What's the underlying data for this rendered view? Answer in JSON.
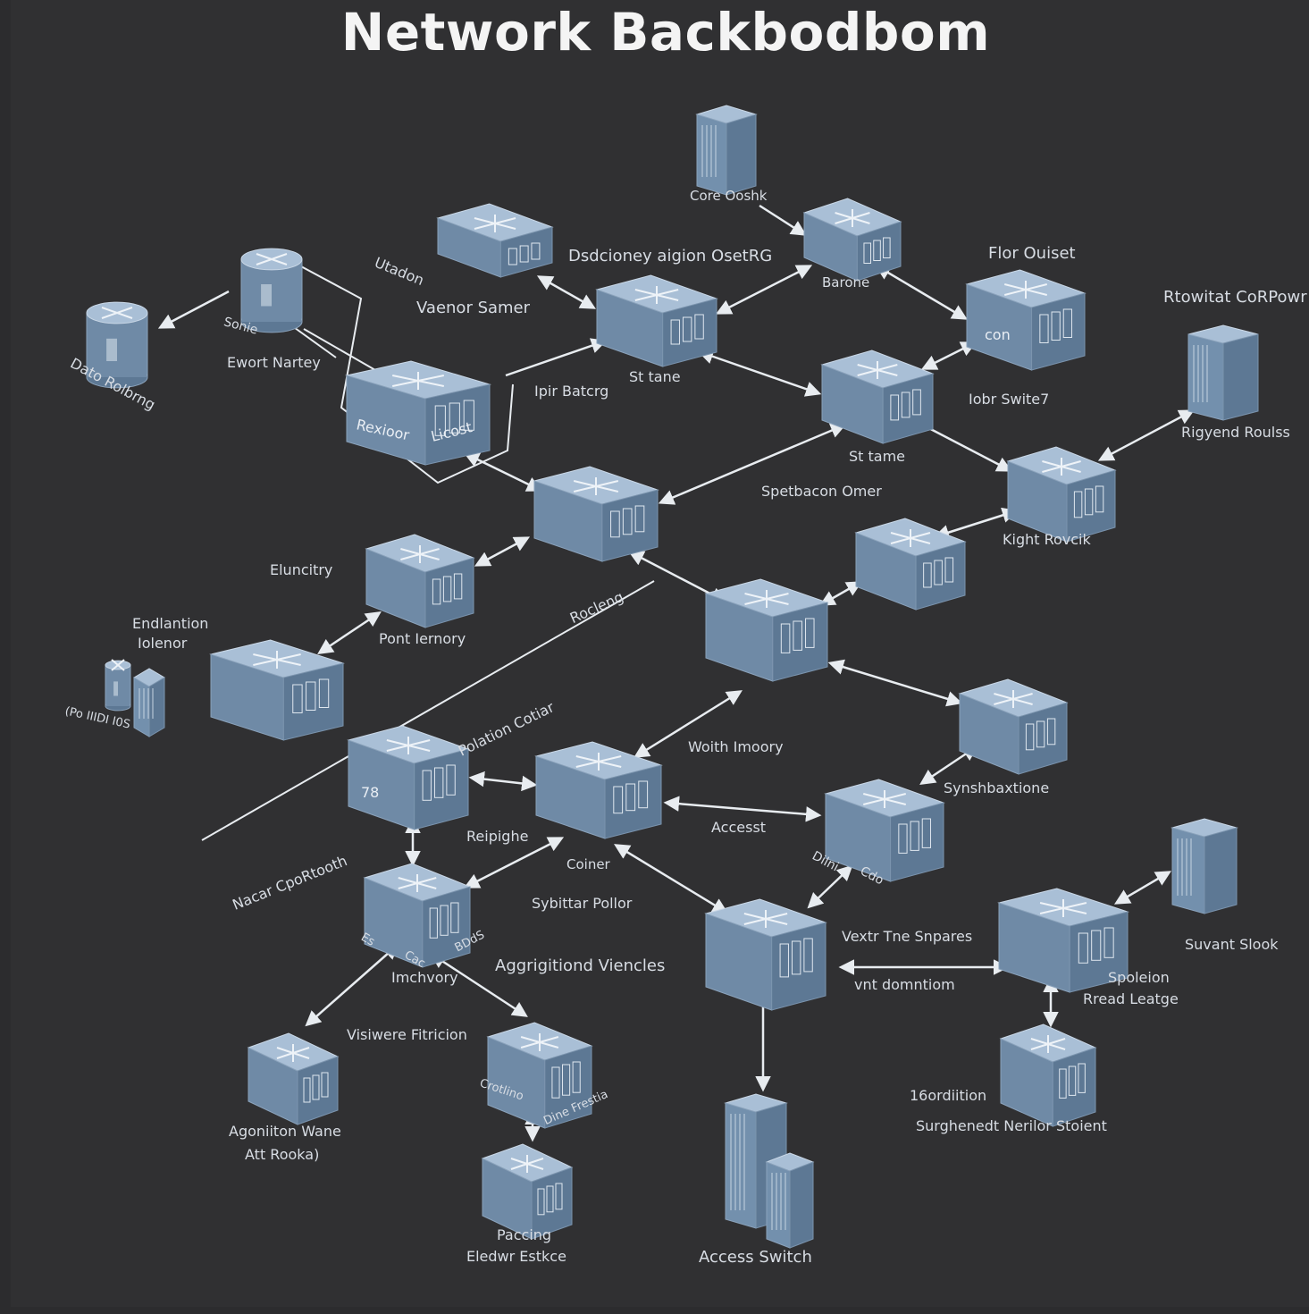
{
  "title": "Network Backbodbom",
  "colors": {
    "background": "#303032",
    "device_top": "#a9bfd6",
    "device_side": "#5d7894",
    "link": "#e8ecf0"
  },
  "devices": [
    {
      "id": "core-server",
      "kind": "server-tower"
    },
    {
      "id": "top-switch",
      "kind": "switch"
    },
    {
      "id": "directory-server",
      "kind": "flat-server"
    },
    {
      "id": "st-lane-1",
      "kind": "switch"
    },
    {
      "id": "flor-switch",
      "kind": "switch"
    },
    {
      "id": "st-lane-2",
      "kind": "switch"
    },
    {
      "id": "router-listeri",
      "kind": "router-box"
    },
    {
      "id": "left-router",
      "kind": "cylinder-router"
    },
    {
      "id": "data-router",
      "kind": "cylinder-router"
    },
    {
      "id": "right-tower",
      "kind": "server-tower"
    },
    {
      "id": "spetbacon",
      "kind": "switch"
    },
    {
      "id": "kight-routk",
      "kind": "switch"
    },
    {
      "id": "mid-right-switch",
      "kind": "switch"
    },
    {
      "id": "elunctry",
      "kind": "switch"
    },
    {
      "id": "center-router",
      "kind": "switch"
    },
    {
      "id": "endlantion-box",
      "kind": "flat-server"
    },
    {
      "id": "server-stack",
      "kind": "server-stack"
    },
    {
      "id": "ring-switch",
      "kind": "switch"
    },
    {
      "id": "box-78",
      "kind": "switch"
    },
    {
      "id": "access-server",
      "kind": "flat-server"
    },
    {
      "id": "synshbaxtione",
      "kind": "switch"
    },
    {
      "id": "aggregation",
      "kind": "switch"
    },
    {
      "id": "access-center",
      "kind": "switch"
    },
    {
      "id": "spoleion-router",
      "kind": "router-disc"
    },
    {
      "id": "suvant-tower",
      "kind": "server-tower"
    },
    {
      "id": "agnition-switch",
      "kind": "switch"
    },
    {
      "id": "visiwere-switch",
      "kind": "switch"
    },
    {
      "id": "paccing-switch",
      "kind": "switch"
    },
    {
      "id": "access-switch-tower",
      "kind": "server-tower"
    },
    {
      "id": "bottom-right-switch",
      "kind": "switch"
    }
  ],
  "labels": {
    "core_ooshk": "Core Ooshk",
    "directory": "Dsdcioney aigion OsetRG",
    "flor_ouiset": "Flor Ouiset",
    "rtowitat": "Rtowitat CoRPowr",
    "utadon": "Utadon",
    "vaenor": "Vaenor Samer",
    "barone": "Barone",
    "sonie": "Sonie",
    "ewort": "Ewort Nartey",
    "data_rolbrng": "Dato Rolbrng",
    "ipir": "Ipir Batcrg",
    "st_lane_1": "St tane",
    "lobr": "Iobr Swite7",
    "st_lane_2": "St tame",
    "rigyend": "Rigyend Roulss",
    "spetbacon": "Spetbacon Omer",
    "kight": "Kight Rovcik",
    "elunctry": "Eluncitry",
    "rocleng": "Rocleng",
    "endlantion": "Endlantion",
    "ioleonr": "Iolenor",
    "pont": "Pont Iernory",
    "po_bits": "(Po  IIIDI    I0S",
    "polation": "Polation Cotiar",
    "woith": "Woith Imoory",
    "synsh": "Synshbaxtione",
    "nacar": "Nacar CpoRtooth",
    "reipighe": "Reipighe",
    "access_mid": "Accesst",
    "coiner": "Coiner",
    "dilni": "Dilni",
    "cdo": "Cdo",
    "sybittar": "Sybittar Pollor",
    "es": "Es",
    "bdd": "BDdS",
    "cac": "Cac",
    "imchvory": "Imchvory",
    "aggrigitional": "Aggrigitiond Viencles",
    "vextr": "Vextr Tne Snpares",
    "vnt": "vnt domntiom",
    "suvant": "Suvant Slook",
    "spoleion": "Spoleion",
    "rread": "Rread Leatge",
    "visiwere": "Visiwere Fitricion",
    "crotlin": "Crotlino",
    "dine": "Dine Frestia",
    "agnition": "Agoniiton Wane",
    "att_rooka": "Att Rooka)",
    "ordition": "16ordiition",
    "surghenedt": "Surghenedt Nerilor Stoient",
    "paccing": "Paccing",
    "eledwr": "Eledwr Estkce",
    "access_switch": "Access Switch"
  },
  "device_marks": {
    "router_box_left": "Rexioor",
    "router_box_right": "Licost",
    "box_78": "78",
    "flor_con": "con"
  }
}
